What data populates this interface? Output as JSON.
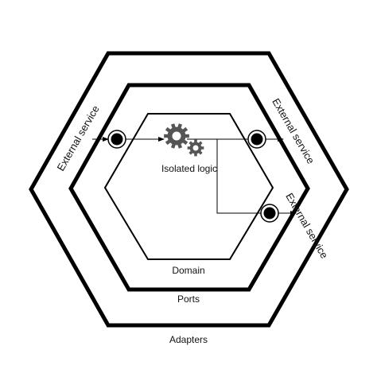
{
  "labels": {
    "adapters": "Adapters",
    "ports": "Ports",
    "domain": "Domain",
    "isolated_logic": "Isolated logic",
    "external_service_left": "External service",
    "external_service_top_right": "External service",
    "external_service_right": "External service"
  },
  "colors": {
    "stroke": "#000000",
    "background": "#ffffff",
    "gear": "#555555",
    "text": "#111111"
  },
  "icons": [
    "gear-icon",
    "port-node-icon",
    "arrow-icon"
  ]
}
